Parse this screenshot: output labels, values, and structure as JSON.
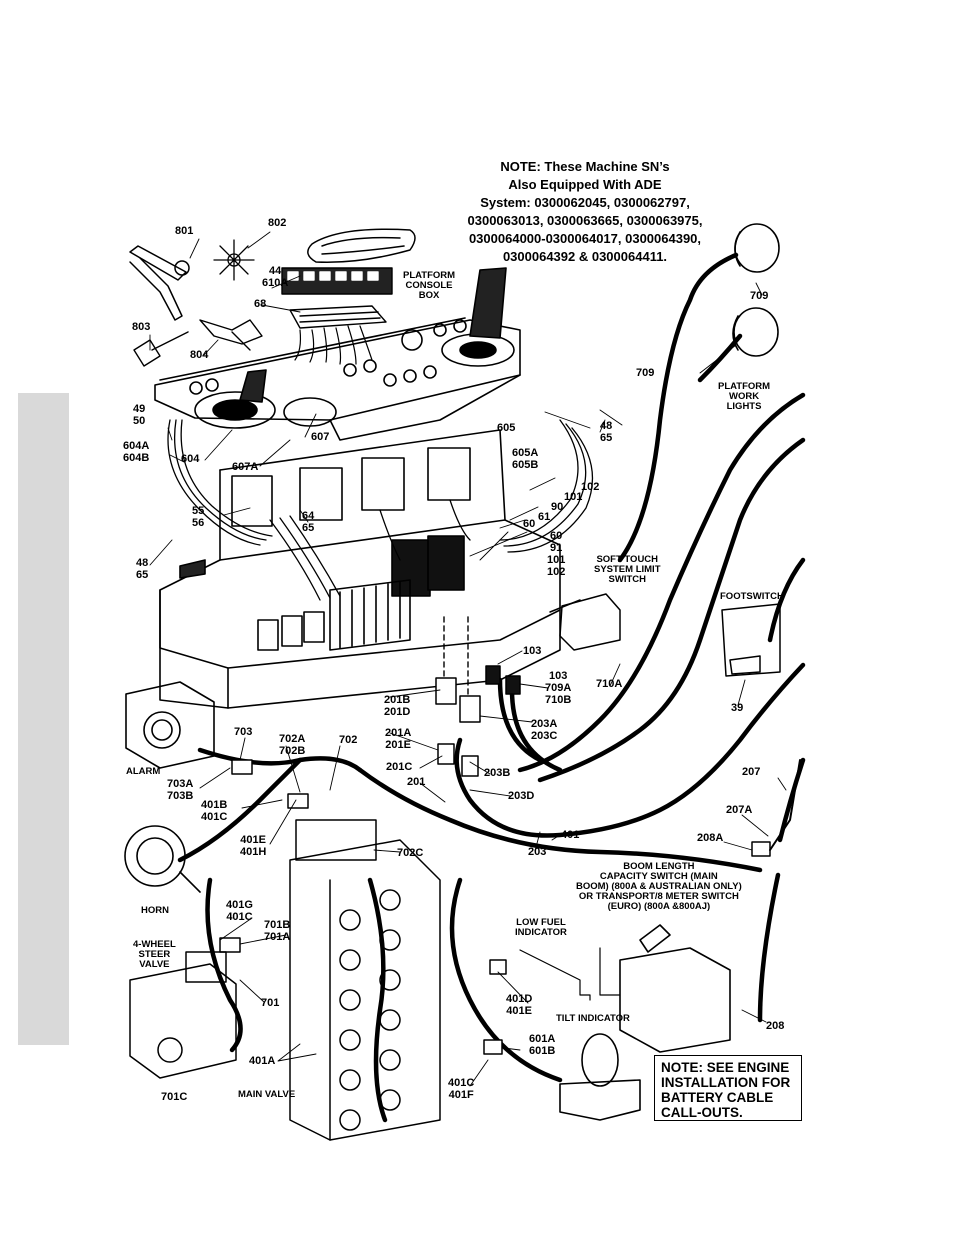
{
  "notes": {
    "machine_sn_lines": [
      "NOTE:  These Machine SN’s",
      "Also Equipped With ADE",
      "System:  0300062045, 0300062797,",
      "0300063013, 0300063665, 0300063975,",
      "0300064000-0300064017, 0300064390,",
      "0300064392 & 0300064411."
    ],
    "engine_note_lines": [
      "NOTE: SEE ENGINE",
      "INSTALLATION FOR",
      "BATTERY CABLE",
      "CALL-OUTS."
    ]
  },
  "components": {
    "platform_console_box": [
      "PLATFORM",
      "CONSOLE",
      "BOX"
    ],
    "platform_work_lights": [
      "PLATFORM",
      "WORK",
      "LIGHTS"
    ],
    "soft_touch": [
      "SOFT TOUCH",
      "SYSTEM LIMIT",
      "SWITCH"
    ],
    "footswitch": "FOOTSWITCH",
    "alarm": "ALARM",
    "horn": "HORN",
    "four_wheel_steer": [
      "4-WHEEL",
      "STEER",
      "VALVE"
    ],
    "main_valve": "MAIN VALVE",
    "low_fuel": [
      "LOW FUEL",
      "INDICATOR"
    ],
    "tilt_indicator": "TILT INDICATOR",
    "boom_length": [
      "BOOM LENGTH",
      "CAPACITY SWITCH (MAIN",
      "BOOM) (800A & AUSTRALIAN ONLY)",
      "OR TRANSPORT/8 METER SWITCH",
      "(EURO) (800A &800AJ)"
    ]
  },
  "callouts": {
    "c801": "801",
    "c802": "802",
    "c44_610a": [
      "44",
      "610A"
    ],
    "c68": "68",
    "c803": "803",
    "c804": "804",
    "c709_top": "709",
    "c709_left": "709",
    "c49_50": [
      "49",
      "50"
    ],
    "c604a_604b": [
      "604A",
      "604B"
    ],
    "c604": "604",
    "c607": "607",
    "c607a": "607A",
    "c605": "605",
    "c48_65_right": [
      "48",
      "65"
    ],
    "c605a_605b": [
      "605A",
      "605B"
    ],
    "c102": "102",
    "c101": "101",
    "c90": "90",
    "c61": "61",
    "c60": "60",
    "c60_91_101_102": [
      "60",
      "91",
      "101",
      "102"
    ],
    "c55_56": [
      "55",
      "56"
    ],
    "c64_65": [
      "64",
      "65"
    ],
    "c48_65_left": [
      "48",
      "65"
    ],
    "c103": "103",
    "c103_709a_710b": [
      "103",
      "709A",
      "710B"
    ],
    "c710a": "710A",
    "c39": "39",
    "c201b_201d": [
      "201B",
      "201D"
    ],
    "c201a_201e": [
      "201A",
      "201E"
    ],
    "c203a_203c": [
      "203A",
      "203C"
    ],
    "c201c": "201C",
    "c203b": "203B",
    "c201": "201",
    "c203d": "203D",
    "c703": "703",
    "c702a_702b": [
      "702A",
      "702B"
    ],
    "c702": "702",
    "c703a_703b": [
      "703A",
      "703B"
    ],
    "c401b_401c": [
      "401B",
      "401C"
    ],
    "c401e_401h": [
      "401E",
      "401H"
    ],
    "c702c": "702C",
    "c401": "401",
    "c203": "203",
    "c207": "207",
    "c207a": "207A",
    "c208a": "208A",
    "c401g_401c": [
      "401G",
      "401C"
    ],
    "c701b_701a": [
      "701B",
      "701A"
    ],
    "c701": "701",
    "c401a": "401A",
    "c701c": "701C",
    "c401d_401e": [
      "401D",
      "401E"
    ],
    "c601a_601b": [
      "601A",
      "601B"
    ],
    "c401c_401f": [
      "401C",
      "401F"
    ],
    "c208": "208"
  }
}
